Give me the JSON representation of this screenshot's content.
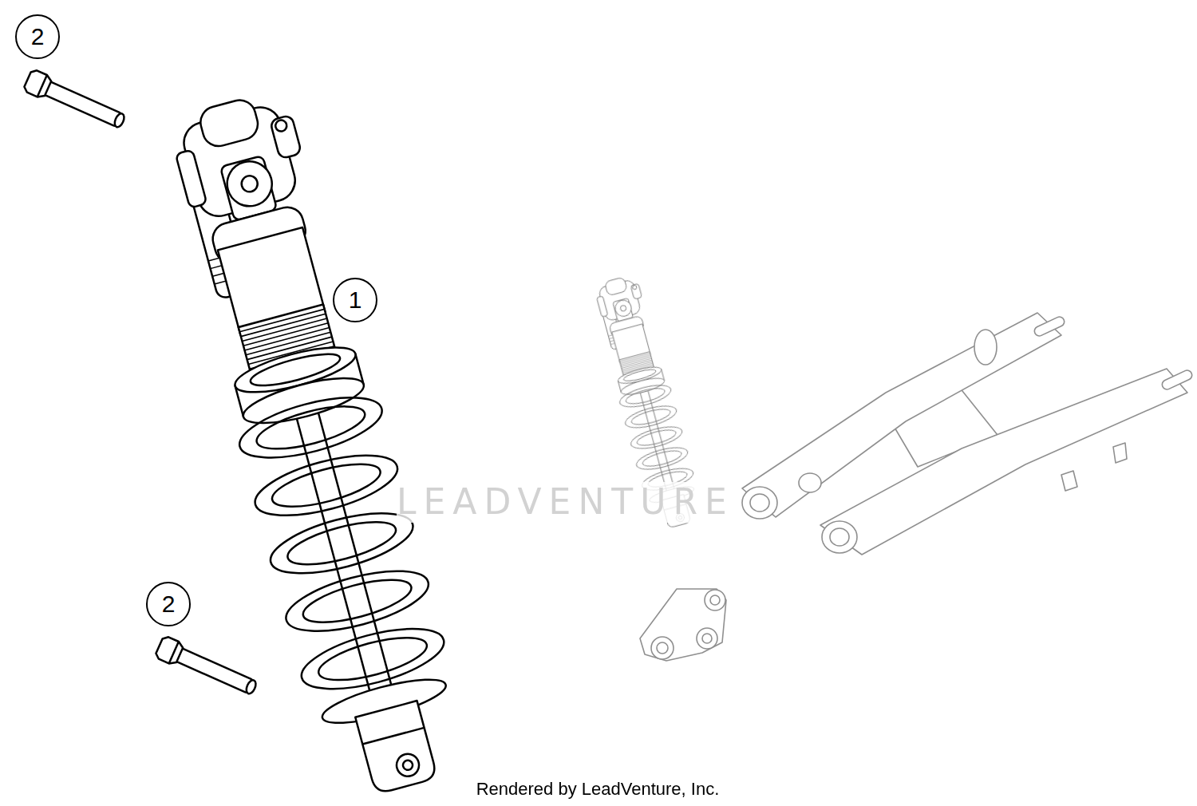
{
  "diagram": {
    "nodes": [
      {
        "text": [
          "2"
        ]
      },
      {
        "text": [
          "1"
        ]
      },
      {
        "text": [
          "2"
        ]
      }
    ],
    "edges": [],
    "labels": [
      "LEADVENTURE",
      "Rendered by LeadVenture, Inc."
    ]
  }
}
